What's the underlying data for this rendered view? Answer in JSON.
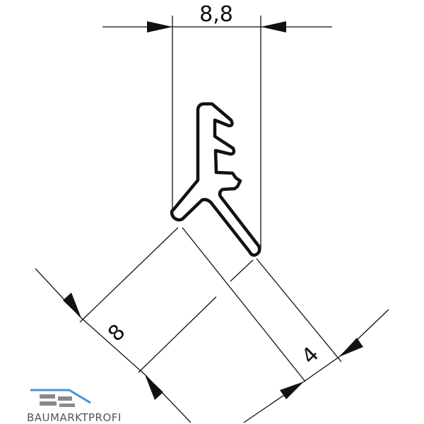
{
  "drawing": {
    "dimensions": {
      "width": "8,8",
      "leg_length": "8",
      "leg_thickness": "4"
    },
    "colors": {
      "line": "#111111",
      "logo_roof": "#4a8fe0",
      "logo_bricks": "#8a8a8a"
    }
  },
  "logo": {
    "text": "BAUMARKTPROFI"
  }
}
